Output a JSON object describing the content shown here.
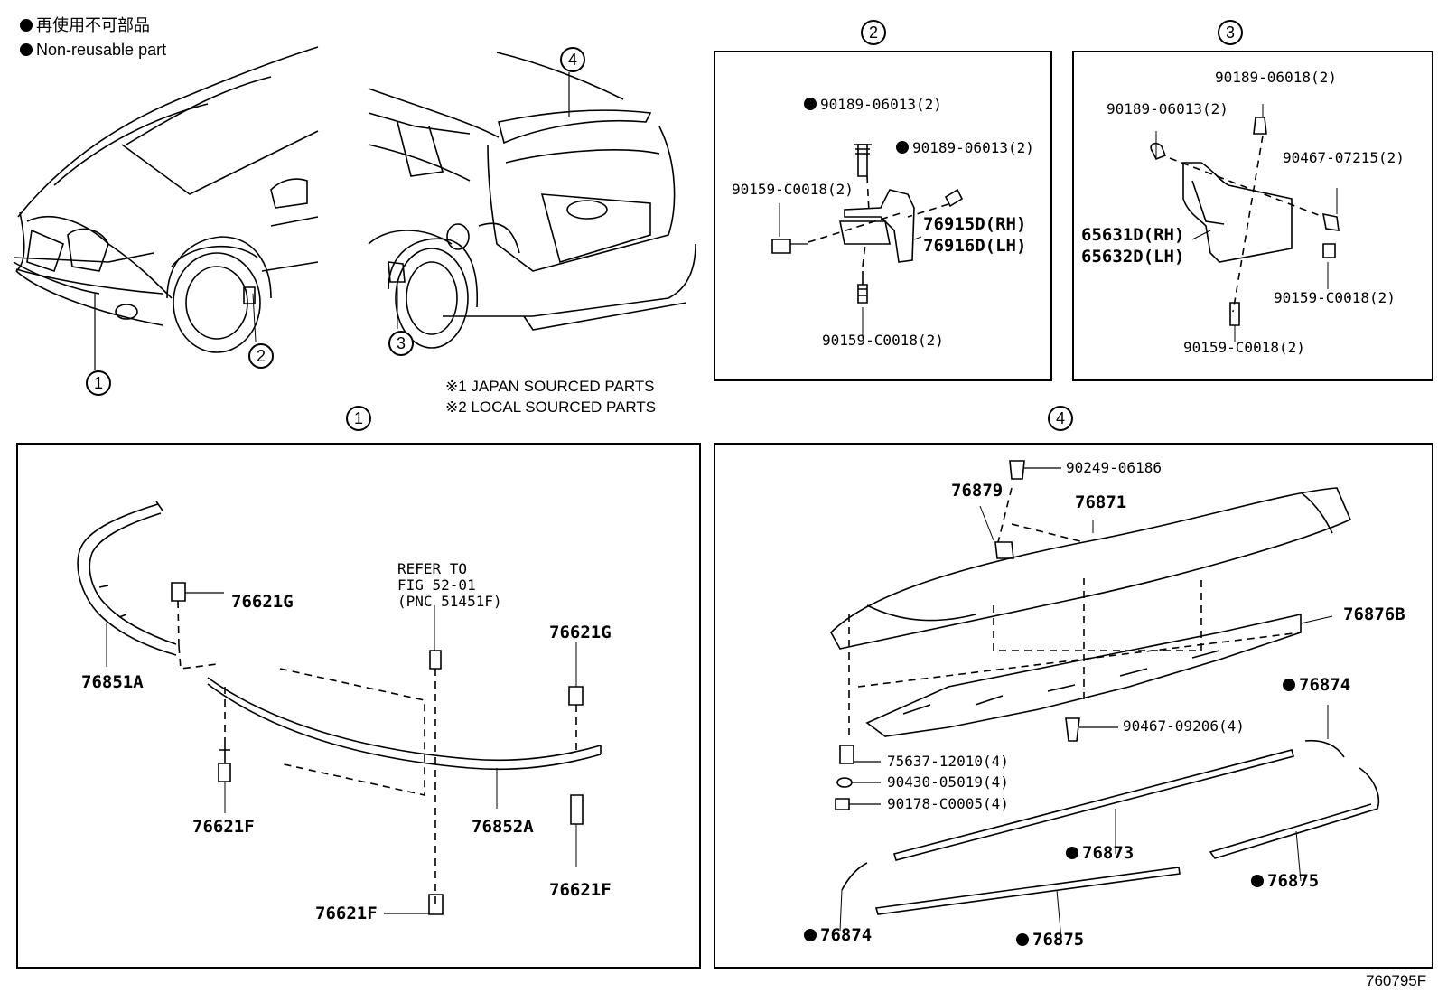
{
  "legend": {
    "jp": "再使用不可部品",
    "en": "Non-reusable part"
  },
  "notes": {
    "japan": "※1 JAPAN SOURCED PARTS",
    "local": "※2 LOCAL SOURCED PARTS"
  },
  "callouts": {
    "c1": "1",
    "c2": "2",
    "c3": "3",
    "c4": "4"
  },
  "panel2": {
    "items": {
      "clip_top": "90189-06013(2)",
      "clip_right": "90189-06013(2)",
      "screw_left": "90159-C0018(2)",
      "rh": "76915D(RH)",
      "lh": "76916D(LH)",
      "screw_bottom": "90159-C0018(2)"
    }
  },
  "panel3": {
    "items": {
      "clip_top": "90189-06018(2)",
      "clip_left": "90189-06013(2)",
      "bolt_right": "90467-07215(2)",
      "rh": "65631D(RH)",
      "lh": "65632D(LH)",
      "screw_right": "90159-C0018(2)",
      "screw_bottom": "90159-C0018(2)"
    }
  },
  "panel1": {
    "refer": [
      "REFER TO",
      "FIG 52-01",
      "(PNC 51451F)"
    ],
    "items": {
      "nut_left": "76621G",
      "nut_right": "76621G",
      "molding_upper": "76851A",
      "molding_lower": "76852A",
      "screw_left": "76621F",
      "screw_center": "76621F",
      "screw_right": "76621F"
    }
  },
  "panel4": {
    "items": {
      "clip_top": "90249-06186",
      "clip": "76879",
      "spoiler": "76871",
      "bracket": "76876B",
      "tape_a": "76874",
      "clip_center": "90467-09206(4)",
      "bolt": "75637-12010(4)",
      "washer": "90430-05019(4)",
      "nut": "90178-C0005(4)",
      "tape_b": "76873",
      "tape_c": "76875",
      "tape_d": "76874",
      "tape_e": "76875"
    }
  },
  "figure_id": "760795F"
}
